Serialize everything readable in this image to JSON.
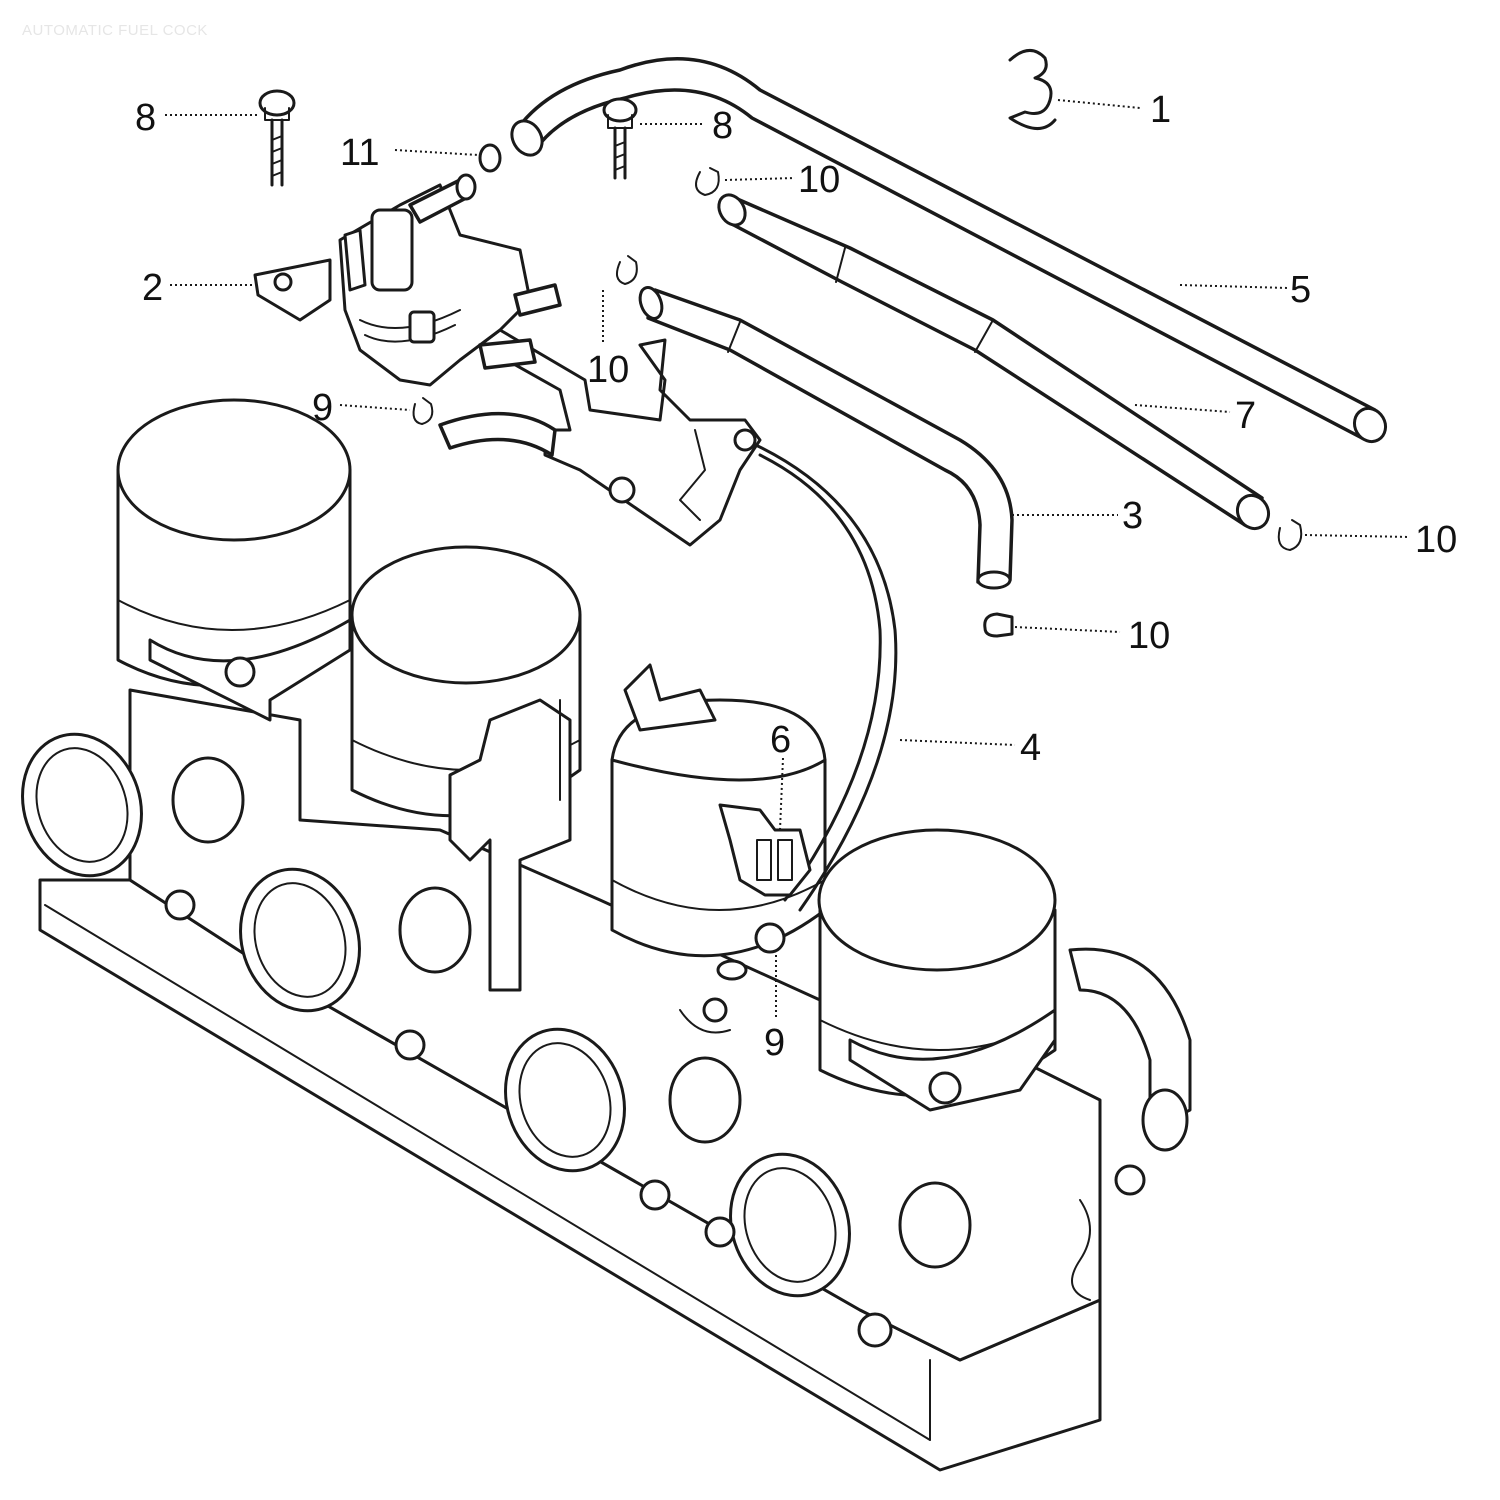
{
  "title": "AUTOMATIC FUEL COCK",
  "callouts": {
    "c1": "1",
    "c2": "2",
    "c3": "3",
    "c4": "4",
    "c5": "5",
    "c6": "6",
    "c7": "7",
    "c8a": "8",
    "c8b": "8",
    "c9a": "9",
    "c9b": "9",
    "c10a": "10",
    "c10b": "10",
    "c10c": "10",
    "c10d": "10",
    "c11": "11"
  }
}
